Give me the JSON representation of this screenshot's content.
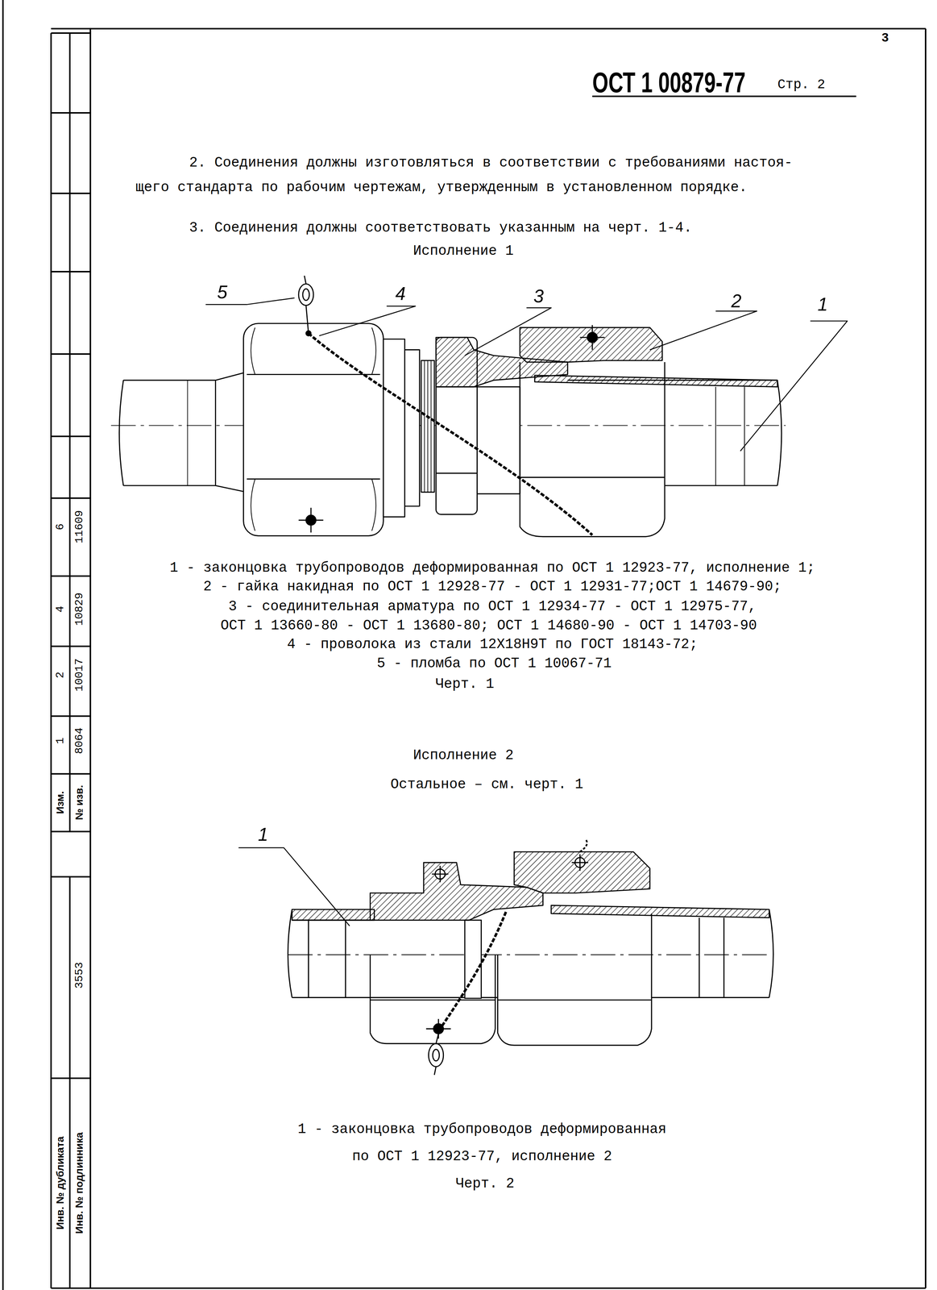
{
  "diagram": {
    "title": "ОСТ 1 00879-77",
    "labels": [
      "3",
      "Стр. 2",
      "2. Соединения должны изготовляться в соответствии с требованиями настоя-",
      "щего стандарта по рабочим чертежам, утвержденным в установленном порядке.",
      "3. Соединения должны соответствовать указанным на черт. 1-4.",
      "Исполнение 1",
      "5",
      "4",
      "3",
      "2",
      "1",
      "1 - законцовка трубопроводов деформированная по ОСТ 1 12923-77, исполнение 1;",
      "2 - гайка накидная по ОСТ 1 12928-77 - ОСТ 1 12931-77;ОСТ 1 14679-90;",
      "3 - соединительная арматура по ОСТ 1 12934-77 - ОСТ 1 12975-77,",
      "ОСТ 1 13660-80 - ОСТ 1 13680-80; ОСТ 1 14680-90 - ОСТ 1 14703-90",
      "4 - проволока из стали 12Х18Н9Т по ГОСТ 18143-72;",
      "5 - пломба по ОСТ 1 10067-71",
      "Черт. 1",
      "Исполнение 2",
      "Остальное – см. черт. 1",
      "1",
      "1 - законцовка трубопроводов деформированная",
      "по ОСТ 1 12923-77, исполнение 2",
      "Черт. 2",
      "6",
      "11609",
      "4",
      "10829",
      "2",
      "10017",
      "1",
      "8064",
      "Изм.",
      "№ изв.",
      "3553",
      "Инв. № дубликата",
      "Инв. № подлинника"
    ]
  }
}
